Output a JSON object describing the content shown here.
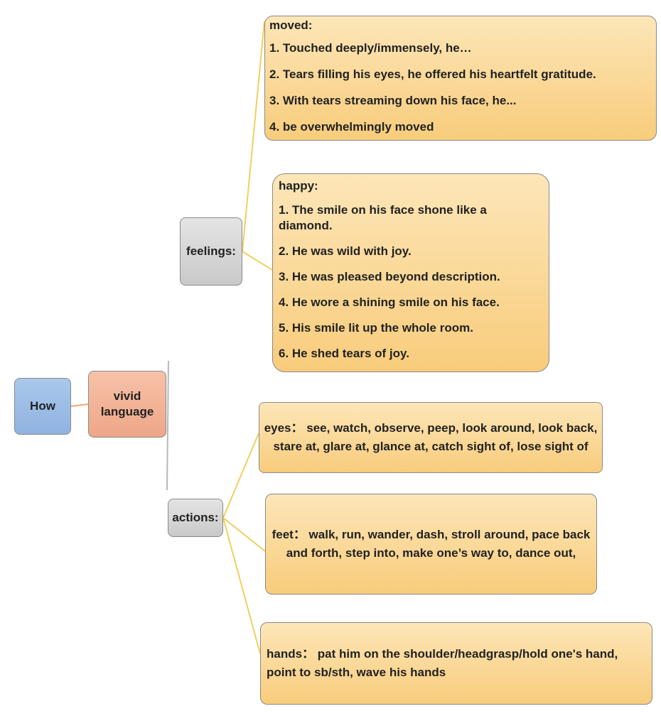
{
  "root": {
    "label": "How"
  },
  "branch": {
    "label": "vivid language"
  },
  "feelings": {
    "label": "feelings:",
    "moved": {
      "title": "moved:",
      "items": [
        "1. Touched deeply/immensely, he…",
        "2. Tears filling his eyes, he offered his heartfelt gratitude.",
        "3.  With tears streaming down his face, he...",
        "4. be overwhelmingly moved"
      ]
    },
    "happy": {
      "title": "happy:",
      "items": [
        "1. The smile on his face shone like a diamond.",
        "2.  He was wild with joy.",
        "3. He was pleased beyond description.",
        "4. He wore a shining smile on his face.",
        "5. His smile lit up the whole room.",
        "6. He shed tears of joy."
      ]
    }
  },
  "actions": {
    "label": "actions:",
    "eyes": "eyes： see, watch, observe, peep, look around, look back, stare at, glare at, glance at, catch sight of, lose sight of",
    "feet": "feet： walk, run, wander, dash, stroll around, pace back and forth, step into, make one’s way to, dance out,",
    "hands": "hands： pat him on the shoulder/headgrasp/hold one's hand, point to sb/sth, wave his hands"
  },
  "colors": {
    "root_fill": "#9dbde6",
    "branch_fill": "#f1b096",
    "category_fill": "#d6d6d6",
    "leaf_fill": "#fbd995",
    "connector_orange": "#e8aa80",
    "connector_yellow": "#f1cf5e",
    "connector_gray": "#b8b8b8"
  }
}
